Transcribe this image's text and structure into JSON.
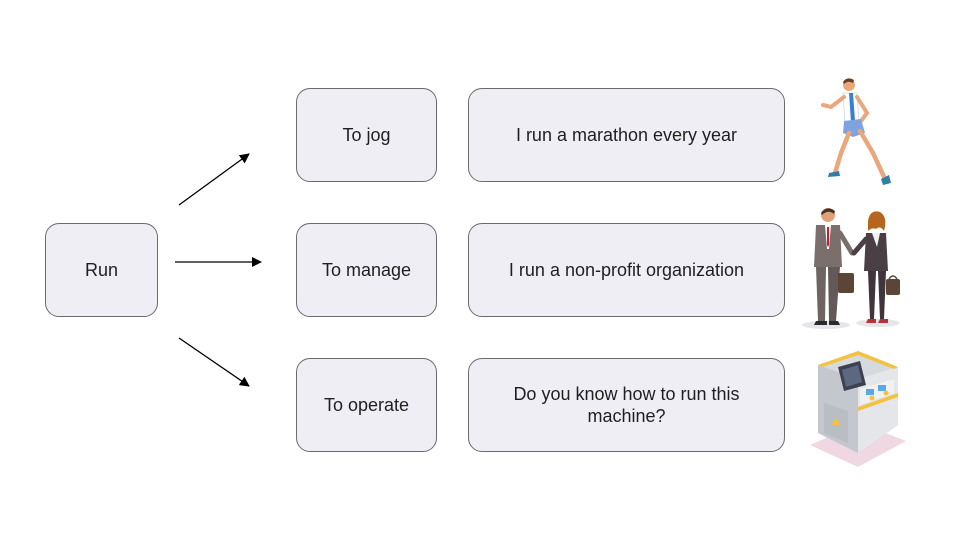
{
  "root": {
    "label": "Run"
  },
  "senses": [
    {
      "meaning": "To jog",
      "example": "I run a marathon every year",
      "icon": "runner-icon"
    },
    {
      "meaning": "To manage",
      "example": "I run a non-profit organization",
      "icon": "business-people-icon"
    },
    {
      "meaning": "To operate",
      "example": "Do you know how to run this machine?",
      "icon": "machine-icon"
    }
  ],
  "colors": {
    "box_fill": "#efeef5",
    "box_border": "#6b6b6b",
    "arrow": "#000000"
  }
}
